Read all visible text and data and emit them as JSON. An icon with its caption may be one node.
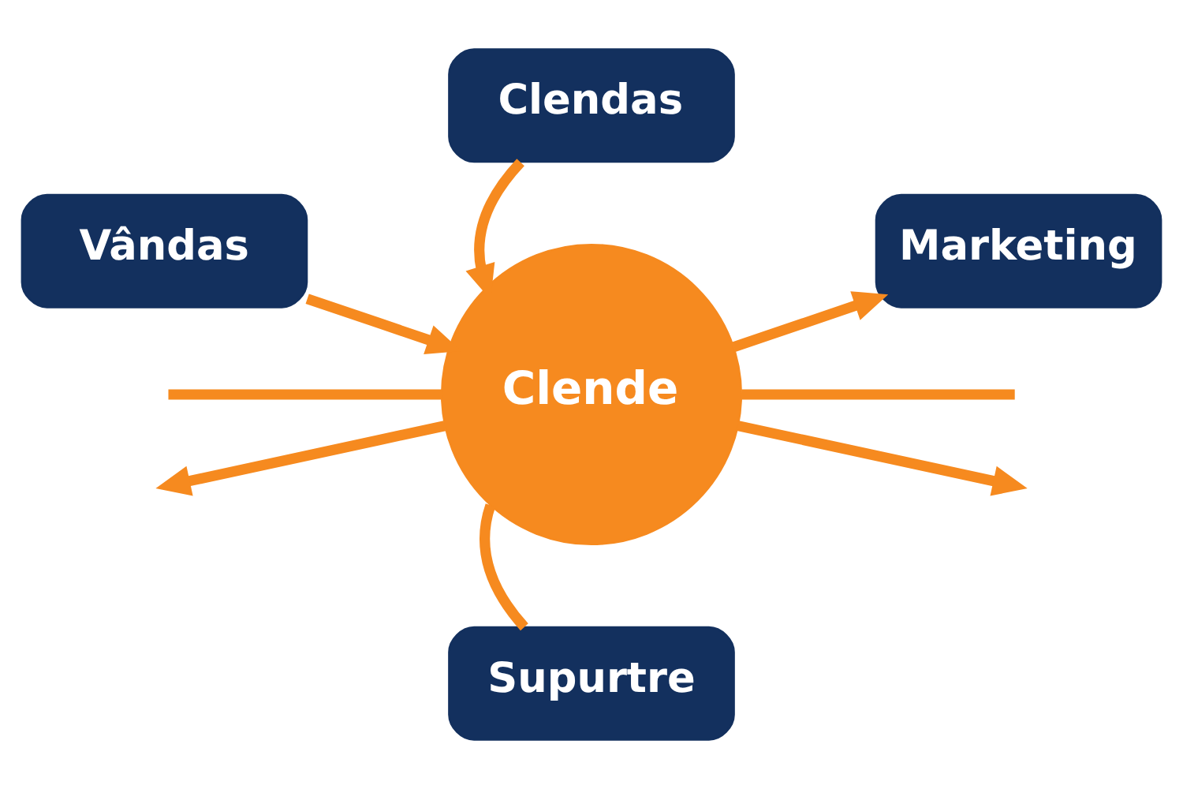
{
  "diagram": {
    "nodes": [
      {
        "text": [
          "Clendas"
        ]
      },
      {
        "text": [
          "Vândas"
        ]
      },
      {
        "text": [
          "Marketing"
        ]
      },
      {
        "text": [
          "Clende"
        ]
      },
      {
        "text": [
          "Supurtre"
        ]
      }
    ],
    "edges": [
      {
        "from": 0,
        "to": 3,
        "arrow": "to"
      },
      {
        "from": 1,
        "to": 3,
        "arrow": "to"
      },
      {
        "from": 3,
        "to": 2,
        "arrow": "to"
      },
      {
        "from": 3,
        "to": null,
        "arrow": "none"
      },
      {
        "from": 3,
        "to": null,
        "arrow": "none"
      },
      {
        "from": 3,
        "to": null,
        "arrow": "to"
      },
      {
        "from": 3,
        "to": null,
        "arrow": "to"
      },
      {
        "from": 3,
        "to": 4,
        "arrow": "none"
      }
    ]
  }
}
